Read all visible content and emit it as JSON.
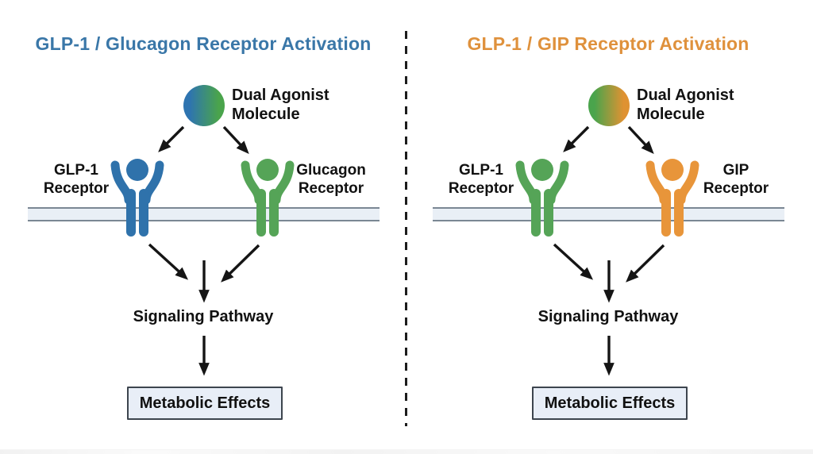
{
  "panels": [
    {
      "title": "GLP-1 / Glucagon Receptor Activation",
      "title_color": "#3a77a8",
      "molecule": {
        "label": "Dual Agonist\nMolecule",
        "color_left": "#2e74b0",
        "color_right": "#4aa44c"
      },
      "receptors": [
        {
          "label": "GLP-1\nReceptor",
          "color": "#2f72ab"
        },
        {
          "label": "Glucagon\nReceptor",
          "color": "#55a457"
        }
      ],
      "signaling_label": "Signaling Pathway",
      "effects_label": "Metabolic Effects"
    },
    {
      "title": "GLP-1 / GIP Receptor Activation",
      "title_color": "#df913c",
      "molecule": {
        "label": "Dual Agonist\nMolecule",
        "color_left": "#4aa44c",
        "color_right": "#df9232"
      },
      "receptors": [
        {
          "label": "GLP-1\nReceptor",
          "color": "#55a457"
        },
        {
          "label": "GIP\nReceptor",
          "color": "#e8953a"
        }
      ],
      "signaling_label": "Signaling Pathway",
      "effects_label": "Metabolic Effects"
    }
  ],
  "colors": {
    "membrane_fill": "#e9eff6",
    "membrane_border": "#7a8794",
    "box_fill": "#e8eef7",
    "box_border": "#3d454e",
    "arrow": "#151515",
    "divider": "#1c1c1c",
    "background": "#ffffff",
    "label_text": "#111111"
  }
}
